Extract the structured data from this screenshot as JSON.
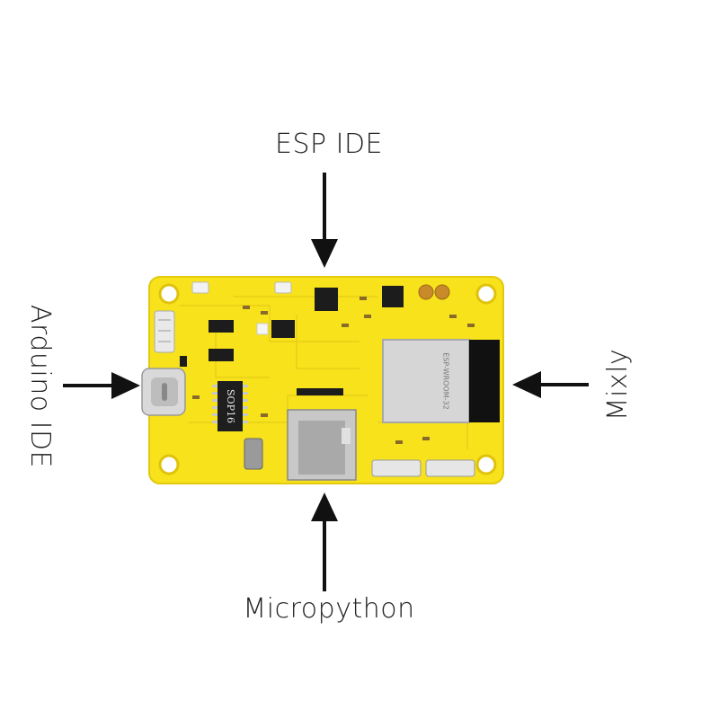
{
  "labels": {
    "top": "ESP IDE",
    "bottom": "Micropython",
    "left": "Arduino IDE",
    "right": "Mixly"
  },
  "board": {
    "chip_label": "SOP16",
    "module_label": "ESP-WROOM-32",
    "colors": {
      "pcb": "#f7e21c",
      "pcb_edge": "#e6cd10",
      "module_shield": "#d8d8d8",
      "module_antenna": "#111111",
      "arrow": "#111111"
    }
  }
}
